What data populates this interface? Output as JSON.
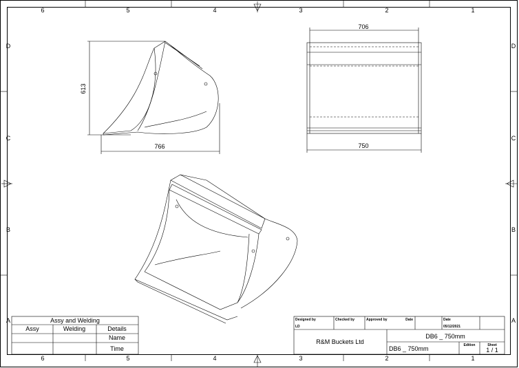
{
  "frame": {
    "columns": [
      "6",
      "5",
      "4",
      "3",
      "2",
      "1"
    ],
    "rows": [
      "D",
      "C",
      "B",
      "A"
    ]
  },
  "dimensions": {
    "side_height": "613",
    "side_width": "766",
    "front_top_width": "706",
    "front_bottom_width": "750"
  },
  "process_table": {
    "title": "Assy and Welding",
    "headers": [
      "Assy",
      "Welding",
      "Details"
    ],
    "row_labels": [
      "Name",
      "Time"
    ]
  },
  "title_block": {
    "designed_by_label": "Designed by",
    "designed_by": "LD",
    "checked_by_label": "Checked by",
    "approved_by_label": "Approved by",
    "date_label_1": "Date",
    "date_label_2": "Date",
    "date": "05/12/2021",
    "company": "R&M Buckets Ltd",
    "title": "DB6 _ 750mm",
    "drawing_number": "DB6 _ 750mm",
    "edition_label": "Edition",
    "sheet_label": "Sheet",
    "sheet": "1 / 1"
  }
}
